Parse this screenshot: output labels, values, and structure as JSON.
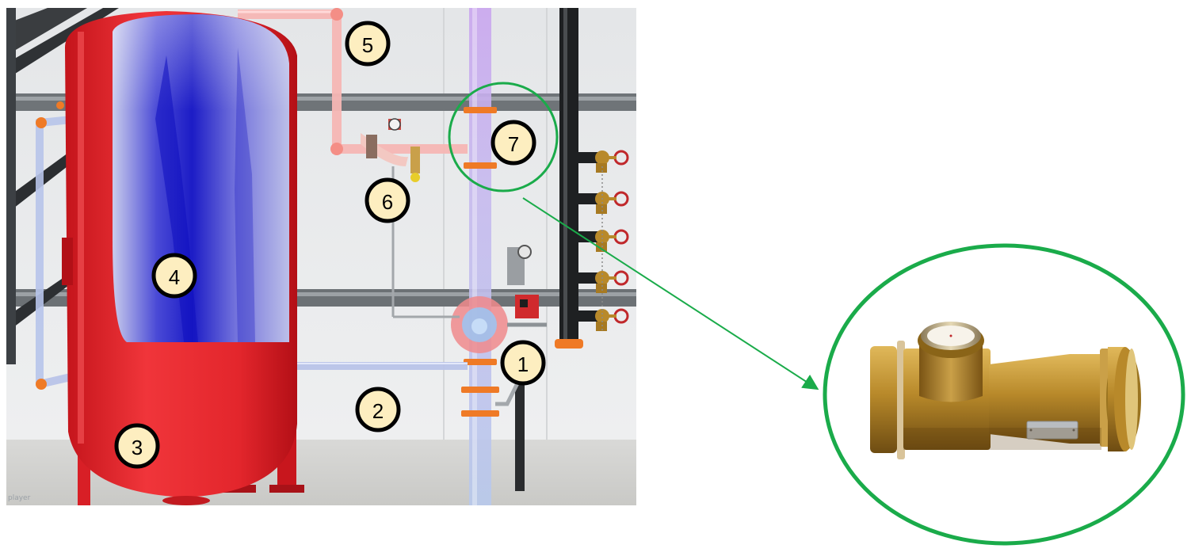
{
  "markers": [
    "1",
    "2",
    "3",
    "4",
    "5",
    "6",
    "7"
  ],
  "watermark": "player",
  "colors": {
    "tank_red": "#e8232a",
    "water_blue": "#2424c8",
    "highlight_green": "#1aab4a",
    "marker_fill": "#fdeec0",
    "brass": "#b8892a"
  }
}
